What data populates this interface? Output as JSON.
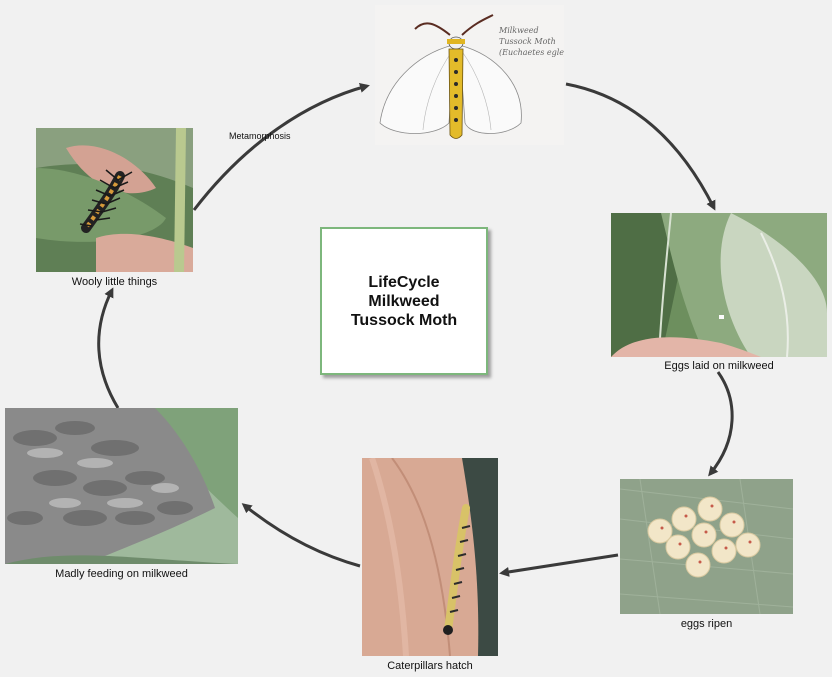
{
  "diagram": {
    "title_lines": [
      "LifeCycle",
      "Milkweed",
      "Tussock Moth"
    ],
    "stages": [
      {
        "id": "moth",
        "caption": ""
      },
      {
        "id": "eggs-laid",
        "caption": "Eggs laid on milkweed"
      },
      {
        "id": "eggs-ripen",
        "caption": "eggs ripen"
      },
      {
        "id": "hatch",
        "caption": "Caterpillars hatch"
      },
      {
        "id": "feeding",
        "caption": "Madly feeding on milkweed"
      },
      {
        "id": "wooly",
        "caption": "Wooly little things"
      }
    ],
    "arrow_labels": {
      "wooly_to_moth": "Metamorphosis"
    },
    "sketch_note": "Milkweed Tussock Moth (Euchaetes egle)"
  },
  "colors": {
    "background": "#f1f1f1",
    "title_border": "#7db77c",
    "arrow": "#3a3a3a"
  }
}
